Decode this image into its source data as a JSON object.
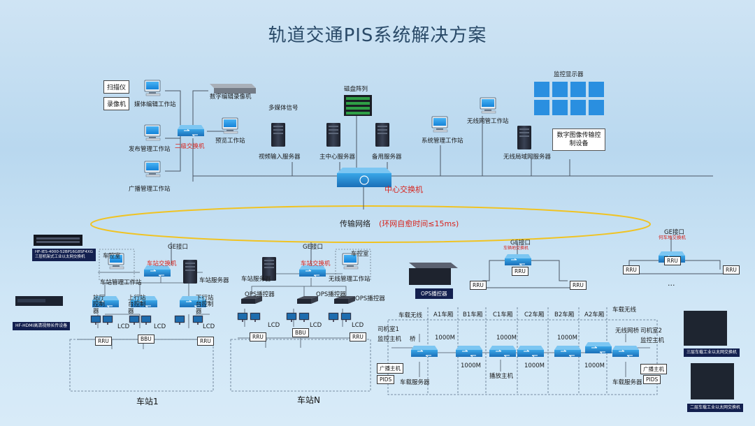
{
  "title": "轨道交通PIS系统解决方案",
  "top": {
    "scanner": "扫描仪",
    "recorder": "录像机",
    "media_edit_ws": "媒体编辑工作站",
    "digital_video_recorder": "数字编辑录像机",
    "publish_ws": "发布管理工作站",
    "secondary_switch": "二级交换机",
    "preview_ws": "预览工作站",
    "broadcast_ws": "广播管理工作站",
    "multimedia_signal": "多媒体信号",
    "disk_array": "磁盘阵列",
    "video_input_server": "视频输入服务器",
    "main_center_server": "主中心服务器",
    "backup_server": "备用服务器",
    "system_mgmt_ws": "系统管理工作站",
    "wireless_net_ws": "无线网管工作站",
    "monitor_display": "监控显示器",
    "digital_image_ctrl": "数字图像传输控制设备",
    "wireless_lan_server": "无线局域网服务器",
    "center_switch": "中心交换机"
  },
  "ring": {
    "label": "传输网络",
    "sub": "(环网自愈时间≤15ms)"
  },
  "stations": {
    "switch_model": "HF-IES-4000-52BP16G8SF4XG",
    "switch_desc": "三层机架式工业以太网交换机",
    "hdmi_model": "HF-HDMI高清视频长传设备",
    "ge_port": "GE接口",
    "station_room": "车控室",
    "station_switch": "车站交换机",
    "station_mgmt_ws": "车站管理工作站",
    "station_server": "车站服务器",
    "hall_ctrl": "站厅控制器",
    "upper_ctrl": "上行站台控制器",
    "lower_ctrl": "下行站台控制器",
    "lcd": "LCD",
    "rru": "RRU",
    "bbu": "BBU",
    "wireless_mgmt_ws": "无线管理工作站",
    "ops_player": "OPS播控器",
    "station1": "车站1",
    "stationN": "车站N",
    "onboard_switch": "车辆地交换机",
    "onboard_switch2": "何车地交换机",
    "ellipsis": "..."
  },
  "train": {
    "cab1": "司机室1",
    "cab2": "司机室2",
    "cars": [
      "A1车厢",
      "B1车厢",
      "C1车厢",
      "C2车厢",
      "B2车厢",
      "A2车厢"
    ],
    "onboard_wireless": "车载无线",
    "onboard_wireless_bridge": "无线网桥",
    "bridge": "桥",
    "monitor_host": "监控主机",
    "broadcast_host": "广播主机",
    "pids": "PIDS",
    "onboard_server": "车载服务器",
    "playback_host": "播放主机",
    "speed_1000": "1000M",
    "industrial_eth": "三层车载工业以太网交换机",
    "industrial_eth2": "二层车载工业以太网交换机"
  }
}
